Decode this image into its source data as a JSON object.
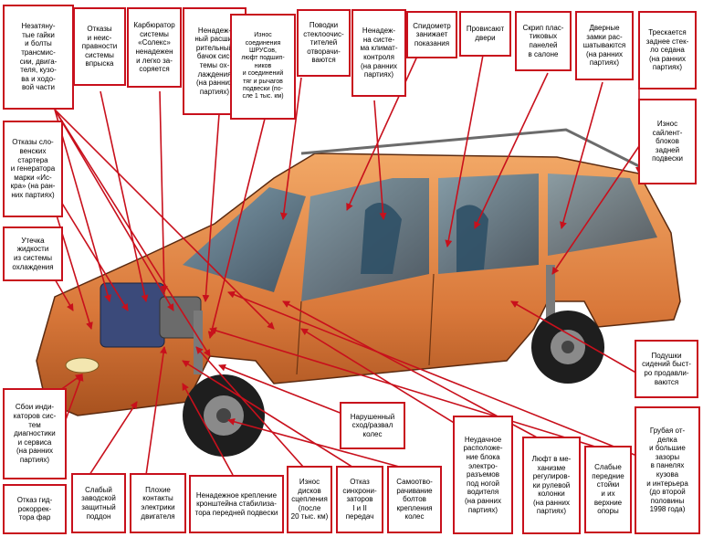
{
  "colors": {
    "accent": "#c8101c",
    "body": "#e08a4a",
    "glass": "#3f6f8f"
  },
  "labels": {
    "l1": "Незатяну-\nтые гайки\nи болты\nтрансмис-\nсии, двига-\nтеля, кузо-\nва и ходо-\nвой части",
    "l2": "Отказы\nи неис-\nправности\nсистемы\nвпрыска",
    "l3": "Карбюратор\nсистемы\n«Солекс»\nненадежен\nи легко за-\nсоряется",
    "l4": "Ненадеж-\nный расши-\nрительный\nбачок сис-\nтемы ох-\nлаждения\n(на ранних\nпартиях)",
    "l5": "Износ\nсоединения\nШРУСов,\nлюфт подшип-\nников\nи соединений\nтяг и рычагов\nподвески (по-\nсле 1 тыс. км)",
    "l6": "Поводки\nстеклоочис-\nтителей\nотворачи-\nваются",
    "l7": "Ненадеж-\nна систе-\nма климат-\nконтроля\n(на ранних\nпартиях)",
    "l8": "Спидометр\nзанижает\nпоказания",
    "l9": "Провисают\nдвери",
    "l10": "Скрип плас-\nтиковых\nпанелей\nв салоне",
    "l11": "Дверные\nзамки рас-\nшатываются\n(на ранних\nпартиях)",
    "l12": "Трескается\nзаднее стек-\nло седана\n(на ранних\nпартиях)",
    "l13": "Отказы сло-\nвенских\nстартера\nи генератора\nмарки «Ис-\nкра» (на ран-\nних партиях)",
    "l14": "Износ\nсайлент-\nблоков\nзадней\nподвески",
    "l15": "Утечка\nжидкости\nиз системы\nохлаждения",
    "l16": "Подушки\nсидений быст-\nро продавли-\nваются",
    "l17": "Сбои инди-\nкаторов сис-\nтем\nдиагностики\nи сервиса\n(на ранних\nпартиях)",
    "l18": "Нарушенный\nсход/развал\nколес",
    "l19": "Грубая от-\nделка\nи большие\nзазоры\nв панелях\nкузова\nи интерьера\n(до второй\nполовины\n1998 года)",
    "l20": "Отказ гид-\nрокоррек-\nтора фар",
    "l21": "Слабый\nзаводской\nзащитный\nподдон",
    "l22": "Плохие\nконтакты\nэлектрики\nдвигателя",
    "l23": "Ненадежное крепление\nкронштейна стабилиза-\nтора передней подвески",
    "l24": "Износ\nдисков\nсцепления\n(после\n20 тыс. км)",
    "l25": "Отказ\nсинхрони-\nзаторов\nI и II\nпередач",
    "l26": "Самоотво-\nрачивание\nболтов\nкрепления\nколес",
    "l27": "Неудачное\nрасположе-\nние блока\nэлектро-\nразъемов\nпод ногой\nводителя\n(на ранних\nпартиях)",
    "l28": "Люфт в ме-\nханизме\nрегулиров-\nки рулевой\nколонки\n(на ранних\nпартиях)",
    "l29": "Слабые\nпередние\nстойки\nи их\nверхние\nопоры"
  }
}
